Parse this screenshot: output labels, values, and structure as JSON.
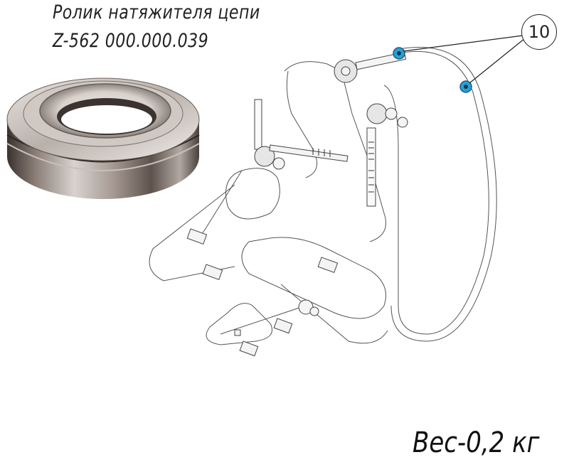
{
  "title_line1": "Ролик натяжителя цепи",
  "title_line2": "Z-562 000.000.039",
  "callout_number": "10",
  "weight_label": "Вес-0,2 кг",
  "highlight_color": "#2a9fd6"
}
